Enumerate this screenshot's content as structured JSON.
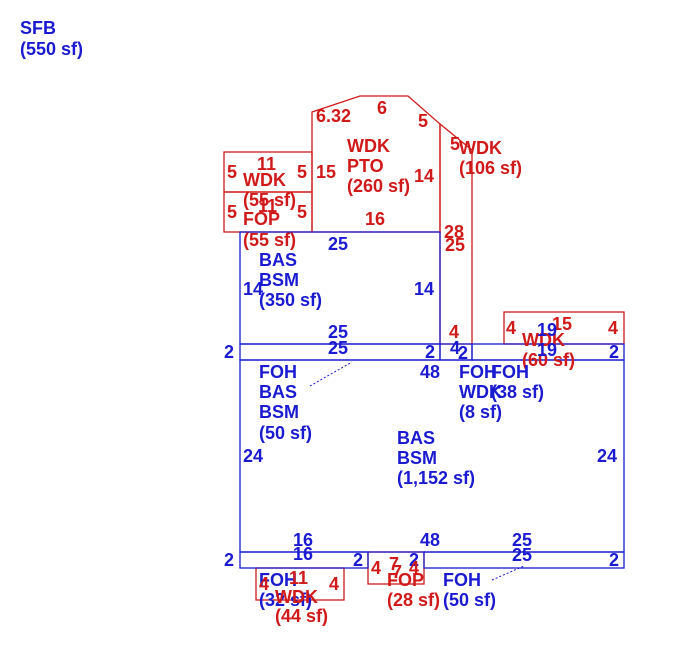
{
  "header": {
    "code": "SFB",
    "area": "(550 sf)"
  },
  "colors": {
    "blue": "#1a1ad0",
    "red": "#d01a1a"
  },
  "areas": {
    "wdk_pto": {
      "c1": "WDK",
      "c2": "PTO",
      "a": "(260 sf)"
    },
    "wdk_right": {
      "c1": "WDK",
      "a": "(106 sf)"
    },
    "wdk_small": {
      "c1": "WDK",
      "a": "(55 sf)"
    },
    "fop_top": {
      "c1": "FOP",
      "a": "(55 sf)"
    },
    "bas_upper": {
      "c1": "BAS",
      "c2": "BSM",
      "a": "(350 sf)"
    },
    "wdk_mid": {
      "c1": "WDK",
      "a": "(60 sf)"
    },
    "foh_left": {
      "c1": "FOH",
      "c2": "BAS",
      "c3": "BSM",
      "a": "(50 sf)"
    },
    "foh_mid": {
      "c1": "FOH",
      "a": "(38 sf)"
    },
    "foh_wdk": {
      "c1": "FOH",
      "c2": "WDK",
      "a": "(8 sf)"
    },
    "bas_main": {
      "c1": "BAS",
      "c2": "BSM",
      "a": "(1,152 sf)"
    },
    "foh_bl": {
      "c1": "FOH",
      "a": "(32 sf)"
    },
    "wdk_bl": {
      "c1": "WDK",
      "a": "(44 sf)"
    },
    "fop_bottom": {
      "c1": "FOP",
      "a": "(28 sf)"
    },
    "foh_br": {
      "c1": "FOH",
      "a": "(50 sf)"
    }
  },
  "dims": {
    "pto_a": "6.32",
    "pto_b": "6",
    "pto_c": "5",
    "pto_d": "15",
    "pto_e": "14",
    "pto_f": "16",
    "wr_a": "5",
    "wr_b": "28",
    "ws_a": "11",
    "ws_b": "5",
    "ws_c": "5",
    "fop_a": "5",
    "fop_b": "5",
    "fop_c": "11",
    "bu_top": "25",
    "bu_left": "14",
    "bu_right": "14",
    "bu_bottom": "25",
    "bu_r28": "25",
    "st_left": "2",
    "st_top": "25",
    "st_right": "2",
    "st_mid1": "4",
    "st_mid2": "4",
    "st_mid3": "2",
    "wm_a": "4",
    "wm_b": "15",
    "wm_c": "19",
    "wm_d": "4",
    "wm_e": "19",
    "wm_f": "2",
    "main_top": "48",
    "main_left": "24",
    "main_right": "24",
    "main_bottom": "48",
    "bs_16a": "16",
    "bs_16b": "16",
    "bs_2a": "2",
    "bs_2b": "2",
    "bs_25a": "25",
    "bs_25b": "25",
    "bs_2c": "2",
    "bs_2d": "2",
    "wbl_4a": "4",
    "wbl_11": "11",
    "wbl_4b": "4",
    "fb_4a": "4",
    "fb_7a": "7",
    "fb_7b": "7",
    "fb_4b": "4"
  }
}
